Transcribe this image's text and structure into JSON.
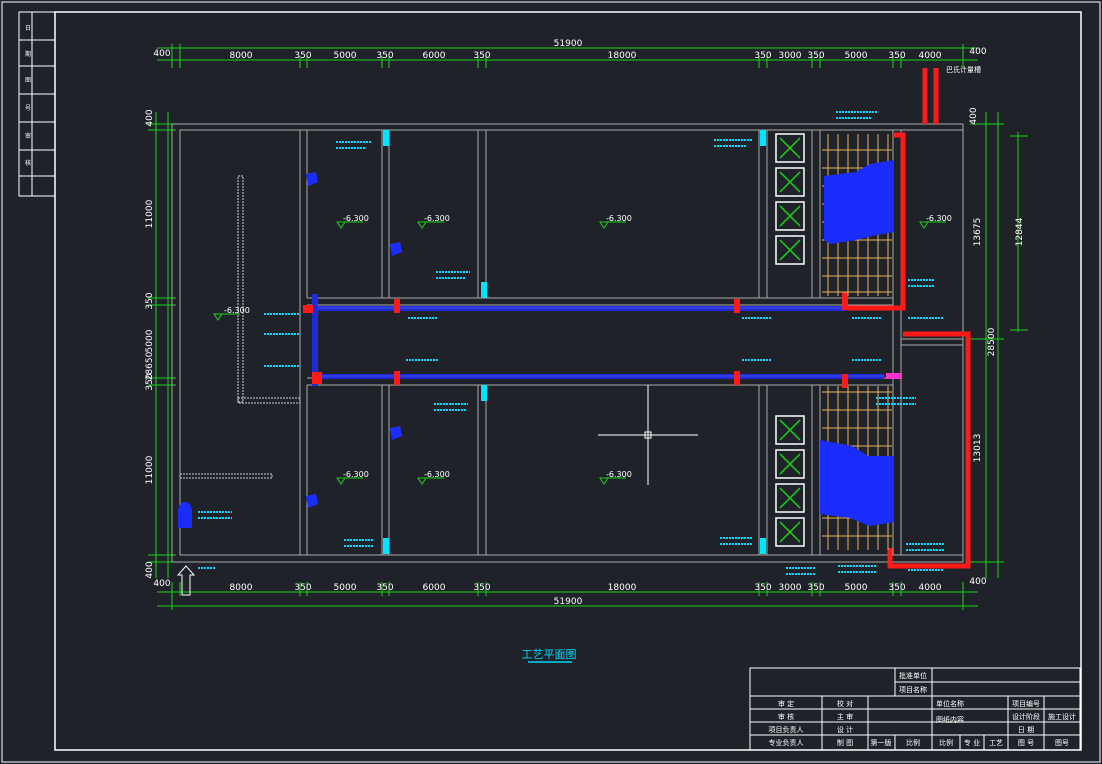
{
  "drawing": {
    "title": "工艺平面图",
    "dims_top": [
      "400",
      "8000",
      "350",
      "5000",
      "350",
      "6000",
      "350",
      "18000",
      "350",
      "3000",
      "350",
      "5000",
      "350",
      "4000",
      "400"
    ],
    "dims_bottom": [
      "400",
      "8000",
      "350",
      "5000",
      "350",
      "6000",
      "350",
      "18000",
      "350",
      "3000",
      "350",
      "5000",
      "350",
      "4000",
      "400"
    ],
    "total_top": "51900",
    "total_bottom": "51900",
    "dims_left": [
      "400",
      "11000",
      "350",
      "5000",
      "350",
      "11000",
      "400"
    ],
    "total_left": "28650",
    "dims_right": [
      "400",
      "13675",
      "28500"
    ],
    "dim_right_inner": "12844",
    "dim_right_lower": "13013",
    "levels": [
      "-6.300",
      "-6.300",
      "-6.300",
      "-6.300",
      "-6.300",
      "-6.300",
      "-6.300",
      "-6.300"
    ],
    "pipe_label": "巴氏计量槽",
    "side_labels": [
      "日",
      "期",
      "图",
      "号",
      "审",
      "核"
    ]
  },
  "title_block": {
    "row0": [
      "批准单位",
      "项目名称"
    ],
    "row1": [
      "审 定",
      "校 对",
      "单位名称",
      "项目编号",
      ""
    ],
    "row2": [
      "审 核",
      "主 审",
      "",
      "设计阶段",
      "施工设计"
    ],
    "row3": [
      "项目负责人",
      "设 计",
      "图纸内容",
      "日 期",
      ""
    ],
    "row4": [
      "专业负责人",
      "制 图",
      "第一版",
      "比例",
      "比例",
      "专 业",
      "工艺",
      "图 号",
      "图号"
    ]
  }
}
